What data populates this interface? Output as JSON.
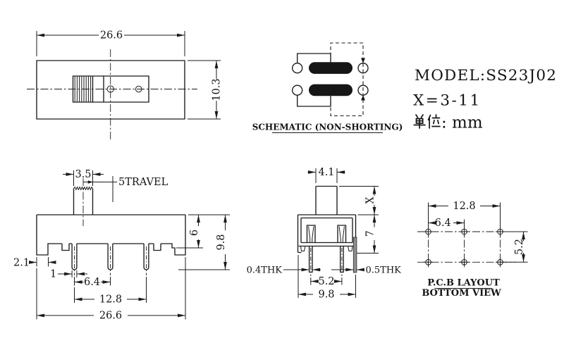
{
  "info": {
    "model": "MODEL:SS23J02",
    "x_range": "X=3-11",
    "unit_cjk": "单位",
    "unit_suffix": ": mm"
  },
  "schematic": {
    "caption": "SCHEMATIC (NON-SHORTING)"
  },
  "top_view": {
    "dim_width": "26.6",
    "dim_height": "10.3"
  },
  "front_view": {
    "dim_knob": "3.5",
    "travel_label": "5TRAVEL",
    "dim_body": "6",
    "dim_total": "9.8",
    "dim_step": "2.1",
    "dim_pin": "1",
    "dim_pitch": "6.4",
    "dim_span": "12.8",
    "dim_width": "26.6"
  },
  "side_view": {
    "dim_knob": "4.1",
    "dim_x": "X",
    "dim_body": "7",
    "thk_pin": "0.4THK",
    "thk_tab": "0.5THK",
    "dim_gap": "5.2",
    "dim_width": "9.8"
  },
  "pcb_view": {
    "dim_span": "12.8",
    "dim_pitch": "6.4",
    "dim_rows": "5.2",
    "title": "P.C.B LAYOUT",
    "subtitle": "BOTTOM VIEW"
  }
}
